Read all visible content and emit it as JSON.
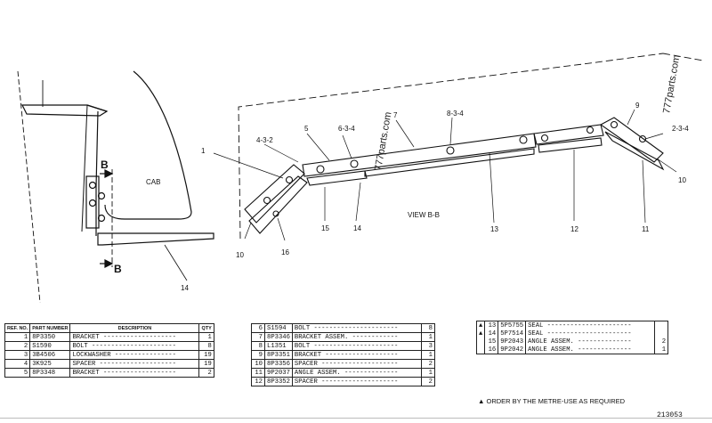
{
  "diagram": {
    "cab_label": "CAB",
    "view_label": "VIEW B-B",
    "section_marks": [
      "B",
      "B"
    ],
    "watermarks": [
      "777parts.com",
      "777parts.com"
    ],
    "callouts": {
      "c1": "1",
      "c2": "2-3-4",
      "c3": "4-3-2",
      "c4": "5",
      "c5": "6-3-4",
      "c6": "7",
      "c7": "8-3-4",
      "c8": "9",
      "c9": "10",
      "c10": "10",
      "c11": "16",
      "c12": "15",
      "c13": "14",
      "c14": "13",
      "c15": "12",
      "c16": "11",
      "c17": "14"
    }
  },
  "table_headers": {
    "ref": "REF. NO.",
    "part": "PART NUMBER",
    "description": "DESCRIPTION",
    "qty": "QTY"
  },
  "parts_left": [
    {
      "ref": "1",
      "part": "8P3350",
      "desc": "BRACKET",
      "qty": "1"
    },
    {
      "ref": "2",
      "part": "S1590",
      "desc": "BOLT",
      "qty": "8"
    },
    {
      "ref": "3",
      "part": "3B4506",
      "desc": "LOCKWASHER",
      "qty": "19"
    },
    {
      "ref": "4",
      "part": "3K925",
      "desc": "SPACER",
      "qty": "19"
    },
    {
      "ref": "5",
      "part": "8P3348",
      "desc": "BRACKET",
      "qty": "2"
    }
  ],
  "parts_middle": [
    {
      "ref": "6",
      "part": "S1594",
      "desc": "BOLT",
      "qty": "8"
    },
    {
      "ref": "7",
      "part": "8P3346",
      "desc": "BRACKET ASSEM.",
      "qty": "1"
    },
    {
      "ref": "8",
      "part": "L1351",
      "desc": "BOLT",
      "qty": "3"
    },
    {
      "ref": "9",
      "part": "8P3351",
      "desc": "BRACKET",
      "qty": "1"
    },
    {
      "ref": "10",
      "part": "8P3356",
      "desc": "SPACER",
      "qty": "2"
    },
    {
      "ref": "11",
      "part": "9P2037",
      "desc": "ANGLE ASSEM.",
      "qty": "1"
    },
    {
      "ref": "12",
      "part": "8P3352",
      "desc": "SPACER",
      "qty": "2"
    }
  ],
  "parts_right": [
    {
      "mark": "▲",
      "ref": "13",
      "part": "5P5755",
      "desc": "SEAL",
      "qty": ""
    },
    {
      "mark": "▲",
      "ref": "14",
      "part": "5P7514",
      "desc": "SEAL",
      "qty": ""
    },
    {
      "mark": "",
      "ref": "15",
      "part": "9P2043",
      "desc": "ANGLE ASSEM.",
      "qty": "2"
    },
    {
      "mark": "",
      "ref": "16",
      "part": "9P2042",
      "desc": "ANGLE ASSEM.",
      "qty": "1"
    }
  ],
  "footnote": "▲ ORDER BY THE METRE-USE AS REQUIRED",
  "drawing_number": "213053"
}
